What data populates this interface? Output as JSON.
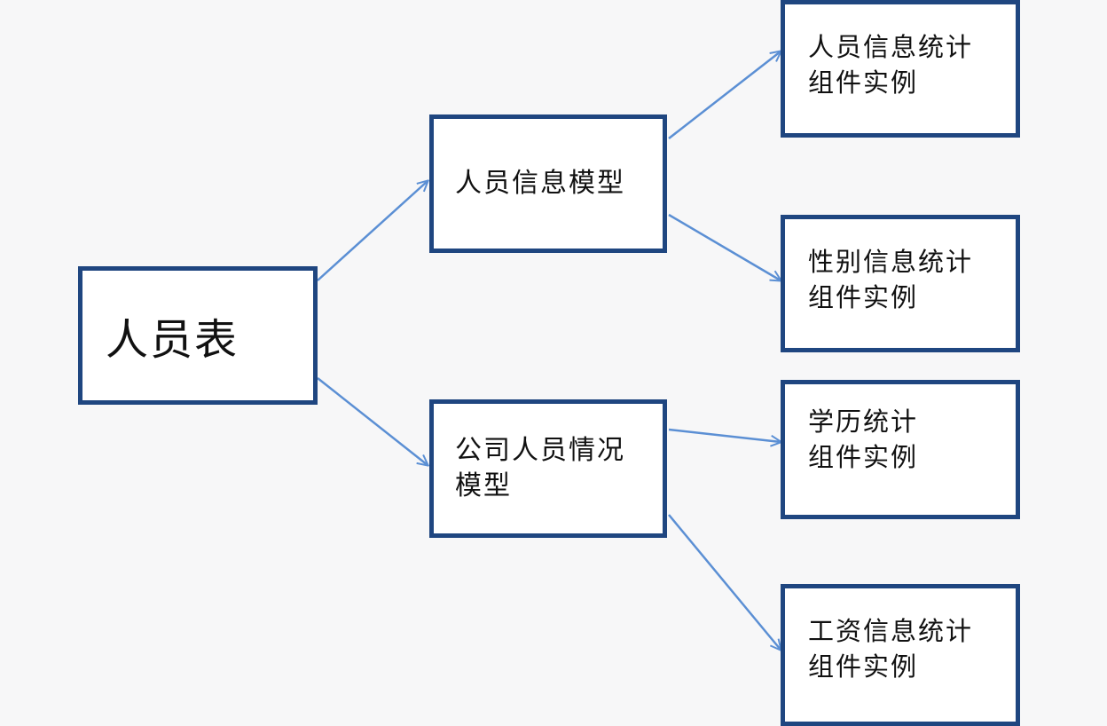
{
  "diagram": {
    "root": {
      "label": "人员表"
    },
    "models": [
      {
        "lines": [
          "人员信息模型"
        ]
      },
      {
        "lines": [
          "公司人员情况",
          "模型"
        ]
      }
    ],
    "components": [
      {
        "lines": [
          "人员信息统计",
          "组件实例"
        ]
      },
      {
        "lines": [
          "性别信息统计",
          "组件实例"
        ]
      },
      {
        "lines": [
          "学历统计",
          "组件实例"
        ]
      },
      {
        "lines": [
          "工资信息统计",
          "组件实例"
        ]
      }
    ],
    "colors": {
      "box_border": "#1f4680",
      "arrow": "#5b8fd4",
      "background": "#f7f7f8"
    }
  }
}
